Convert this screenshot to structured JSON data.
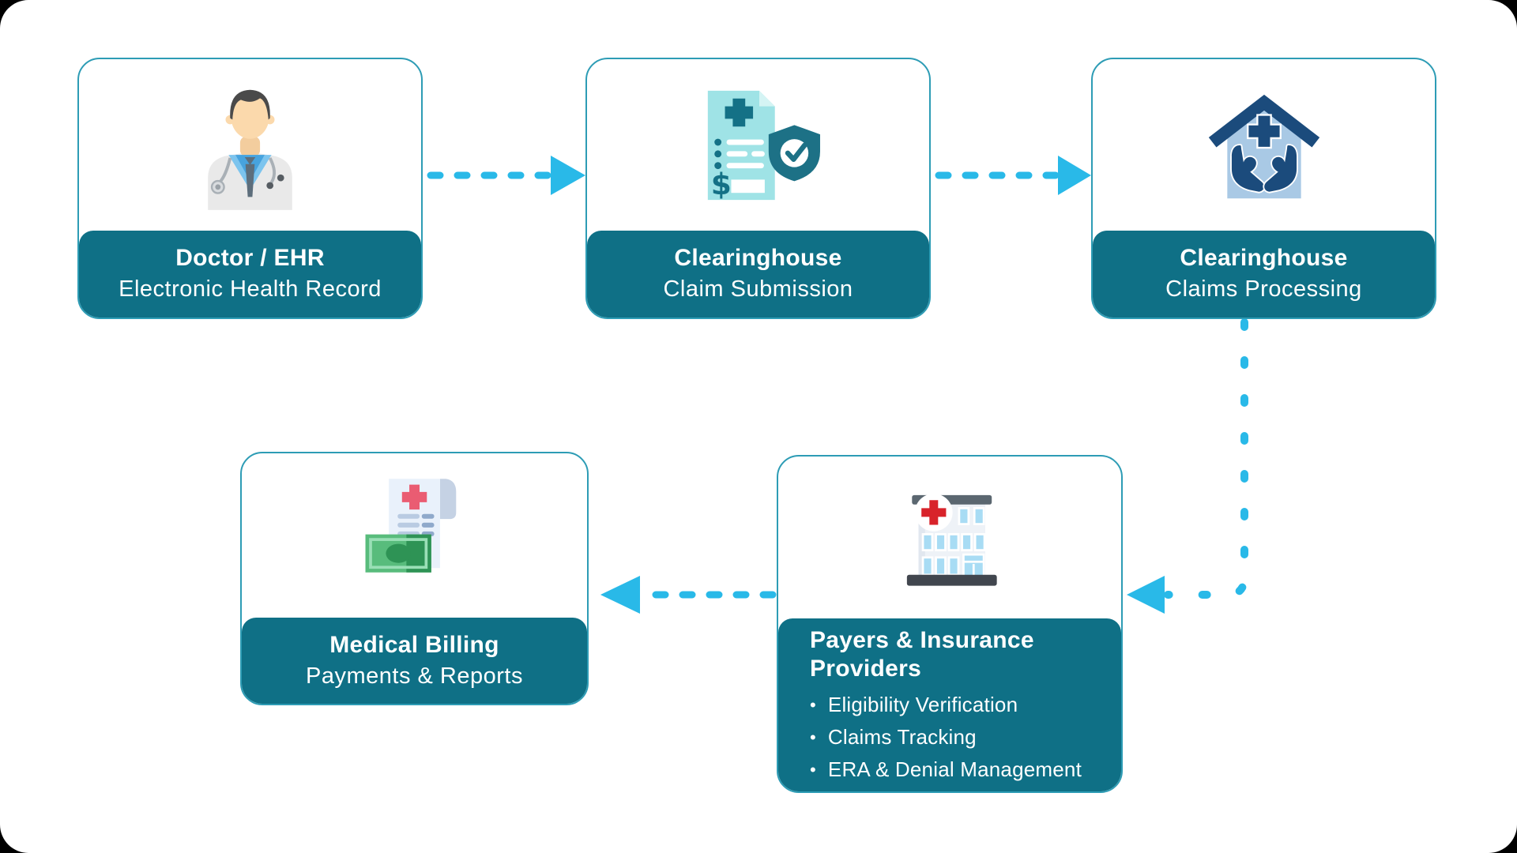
{
  "cards": [
    {
      "id": "doctor-ehr",
      "icon": "doctor-icon",
      "title": "Doctor / EHR",
      "subtitle": "Electronic Health Record"
    },
    {
      "id": "clearinghouse-claim-submission",
      "icon": "claim-document-shield-icon",
      "title": "Clearinghouse",
      "subtitle": "Claim Submission"
    },
    {
      "id": "clearinghouse-claims-processing",
      "icon": "care-house-icon",
      "title": "Clearinghouse",
      "subtitle": "Claims Processing"
    },
    {
      "id": "payers-insurance-providers",
      "icon": "hospital-building-icon",
      "title": "Payers & Insurance Providers",
      "bullets": [
        "Eligibility Verification",
        "Claims Tracking",
        "ERA & Denial Management"
      ]
    },
    {
      "id": "medical-billing",
      "icon": "billing-receipt-money-icon",
      "title": "Medical Billing",
      "subtitle": "Payments & Reports"
    }
  ],
  "arrows": [
    {
      "from": "doctor-ehr",
      "to": "clearinghouse-claim-submission",
      "style": "dashed"
    },
    {
      "from": "clearinghouse-claim-submission",
      "to": "clearinghouse-claims-processing",
      "style": "dashed"
    },
    {
      "from": "clearinghouse-claims-processing",
      "to": "payers-insurance-providers",
      "style": "dashed"
    },
    {
      "from": "payers-insurance-providers",
      "to": "medical-billing",
      "style": "dashed"
    }
  ],
  "colors": {
    "banner_teal": "#0f7086",
    "card_border": "#2d9cb5",
    "arrow_cyan": "#29b9e8",
    "canvas_bg": "#ffffff",
    "page_bg": "#000000"
  }
}
